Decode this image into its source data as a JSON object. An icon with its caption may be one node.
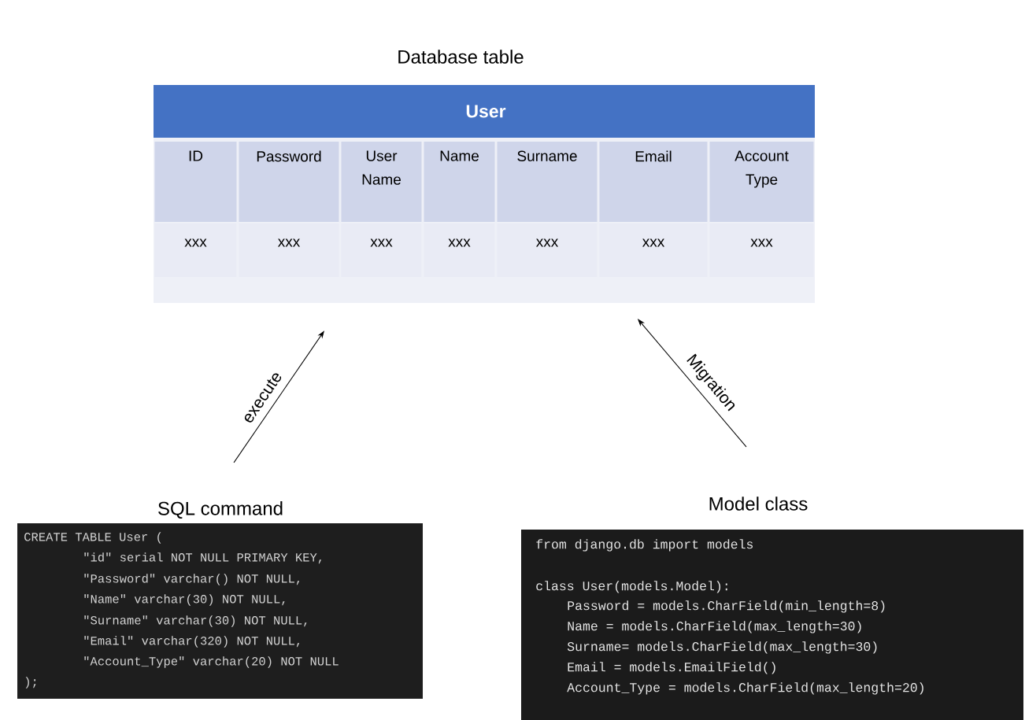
{
  "diagram": {
    "nodes": [
      {
        "text": [
          "Database table",
          "User"
        ]
      },
      {
        "text": [
          "SQL command",
          "CREATE TABLE User (",
          "\"id\" serial NOT NULL PRIMARY KEY,",
          "\"Password\" varchar() NOT NULL,",
          "\"Name\" varchar(30) NOT NULL,",
          "\"Surname\" varchar(30) NOT NULL,",
          "\"Email\" varchar(320) NOT NULL,",
          "\"Account_Type\" varchar(20) NOT NULL",
          ");"
        ]
      },
      {
        "text": [
          "Model class",
          "from django.db import models",
          "class User(models.Model):",
          "Password = models.CharField(min_length=8)",
          "Name = models.CharField(max_length=30)",
          "Surname= models.CharField(max_length=30)",
          "Email = models.EmailField()",
          "Account_Type = models.CharField(max_length=20)"
        ]
      }
    ],
    "edges": [
      {
        "from": 1,
        "to": 0,
        "arrow": "to",
        "label": "execute"
      },
      {
        "from": 2,
        "to": 0,
        "arrow": "to",
        "label": "Migration"
      }
    ],
    "labels": [
      "ID",
      "Password",
      "User Name",
      "Name",
      "Surname",
      "Email",
      "Account Type",
      "xxx",
      "xxx",
      "xxx",
      "xxx",
      "xxx",
      "xxx",
      "xxx"
    ]
  }
}
